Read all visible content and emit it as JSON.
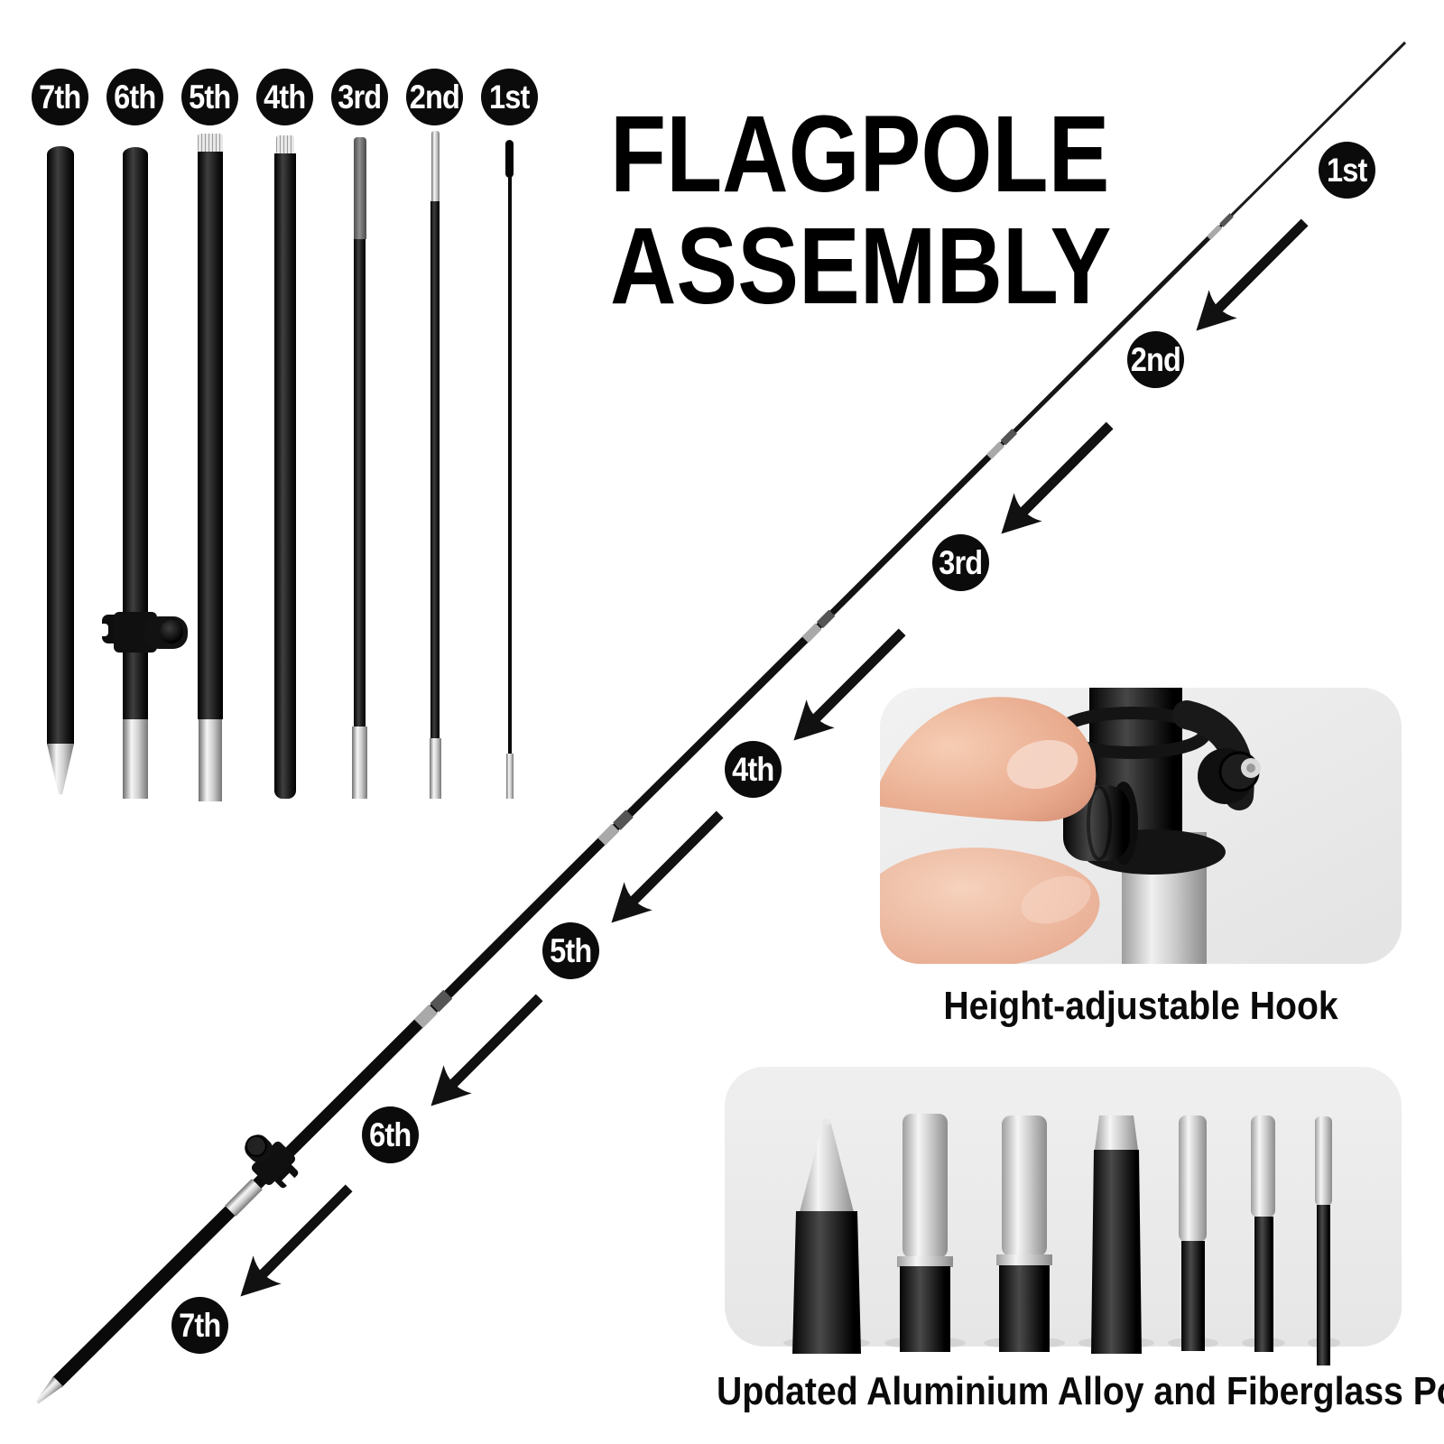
{
  "title": {
    "line1": "FLAGPOLE",
    "line2": "ASSEMBLY"
  },
  "parts": {
    "labels": [
      "7th",
      "6th",
      "5th",
      "4th",
      "3rd",
      "2nd",
      "1st"
    ]
  },
  "assembly": {
    "labels": [
      "1st",
      "2nd",
      "3rd",
      "4th",
      "5th",
      "6th",
      "7th"
    ]
  },
  "captions": {
    "hook": "Height-adjustable Hook",
    "pole": "Updated Aluminium Alloy and Fiberglass Pole"
  },
  "colors": {
    "background": "#ffffff",
    "pole_black": "#111111",
    "metal_silver": "#cccccc",
    "label_circle": "#0b0b0b",
    "label_text": "#ffffff",
    "photo_background": "#ececec",
    "skin_tone": "#eab9a2",
    "text": "#000000"
  }
}
